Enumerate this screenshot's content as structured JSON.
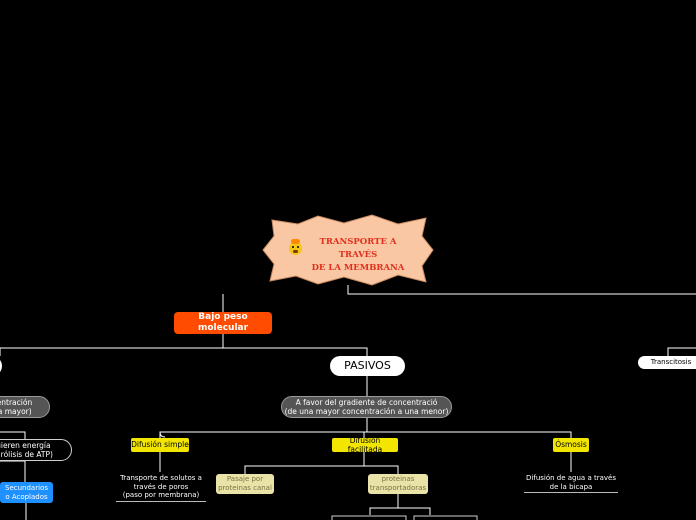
{
  "title": {
    "icon": "exploding-head-icon",
    "text": "TRANSPORTE A TRAVÉS\nDE LA MEMBRANA"
  },
  "nodes": {
    "bajo_peso": "Bajo peso molecular",
    "pasivos": "PASIVOS",
    "transcitosis": "Transcitosis",
    "gradiente_favor": "A favor del gradiente de concentració\n(de una mayor concentración a una menor)",
    "gradiente_contra": "ncentración\nuna mayor)",
    "requieren_energia": "quieren energía\nhidrólisis de ATP)",
    "secundarios": "Secundarios\no Acoplados",
    "difusion_simple": "Difusión simple",
    "difusion_facilitada": "Difusión facilitada",
    "osmosis": "Ósmosis",
    "transporte_solutos": "Transporte de solutos a\ntravés de poros\n(paso por membrana)",
    "pasaje_canal": "Pasaje por\nproteinas canal",
    "proteinas_transportadoras": "proteinas\ntransportadoras",
    "difusion_agua": "Difusión de agua a través\nde la bicapa"
  },
  "colors": {
    "background": "#000000",
    "title_fill": "#f9c7a3",
    "title_text": "#e0301e",
    "accent_orange": "#ff4c00",
    "yellow": "#f2e600",
    "beige": "#e9e3a8",
    "blue": "#1e90ff"
  }
}
